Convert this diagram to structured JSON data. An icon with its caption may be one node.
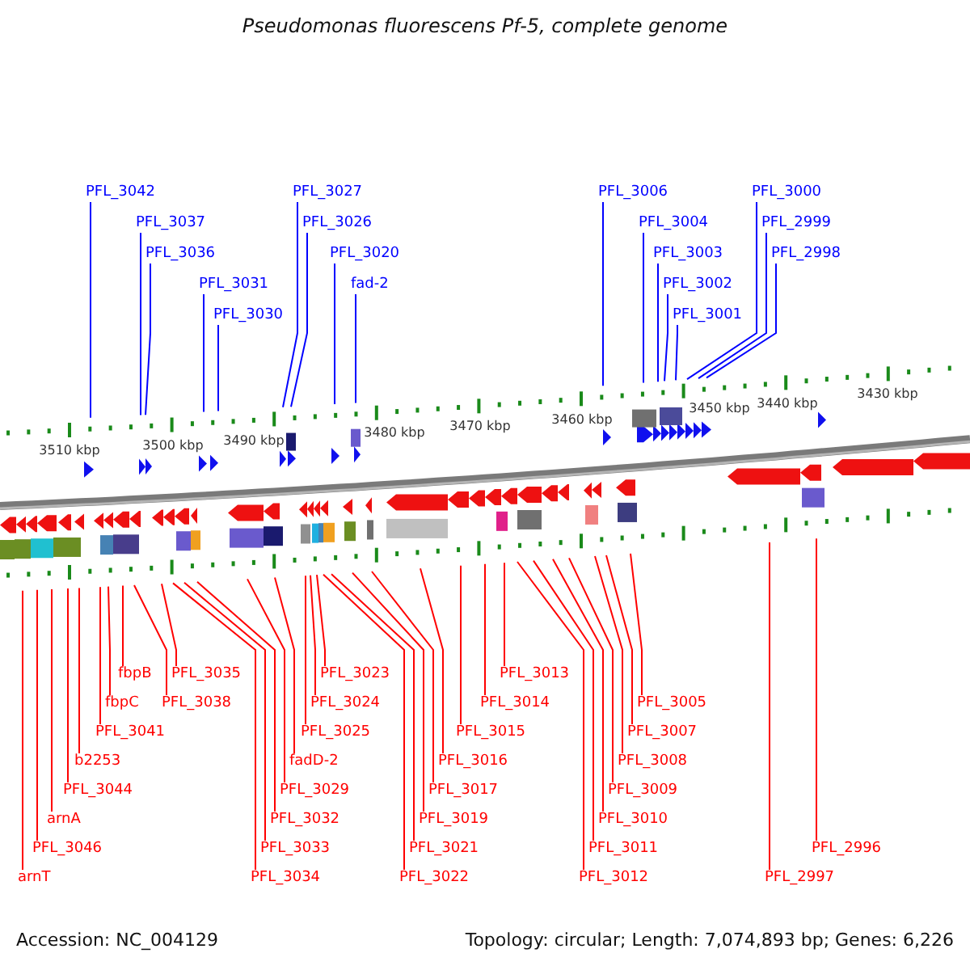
{
  "diagram": {
    "title": "Pseudomonas fluorescens Pf-5, complete genome",
    "nodes": [
      {
        "text": [
          "PFL_3042"
        ]
      },
      {
        "text": [
          "PFL_3037"
        ]
      },
      {
        "text": [
          "PFL_3036"
        ]
      },
      {
        "text": [
          "PFL_3031"
        ]
      },
      {
        "text": [
          "PFL_3030"
        ]
      },
      {
        "text": [
          "PFL_3027"
        ]
      },
      {
        "text": [
          "PFL_3026"
        ]
      },
      {
        "text": [
          "PFL_3020"
        ]
      },
      {
        "text": [
          "fad-2"
        ]
      },
      {
        "text": [
          "PFL_3006"
        ]
      },
      {
        "text": [
          "PFL_3004"
        ]
      },
      {
        "text": [
          "PFL_3003"
        ]
      },
      {
        "text": [
          "PFL_3002"
        ]
      },
      {
        "text": [
          "PFL_3001"
        ]
      },
      {
        "text": [
          "PFL_3000"
        ]
      },
      {
        "text": [
          "PFL_2999"
        ]
      },
      {
        "text": [
          "PFL_2998"
        ]
      },
      {
        "text": [
          "arnT"
        ]
      },
      {
        "text": [
          "PFL_3046"
        ]
      },
      {
        "text": [
          "arnA"
        ]
      },
      {
        "text": [
          "PFL_3044"
        ]
      },
      {
        "text": [
          "b2253"
        ]
      },
      {
        "text": [
          "PFL_3041"
        ]
      },
      {
        "text": [
          "fbpC"
        ]
      },
      {
        "text": [
          "fbpB"
        ]
      },
      {
        "text": [
          "PFL_3038"
        ]
      },
      {
        "text": [
          "PFL_3035"
        ]
      },
      {
        "text": [
          "PFL_3034"
        ]
      },
      {
        "text": [
          "PFL_3033"
        ]
      },
      {
        "text": [
          "PFL_3032"
        ]
      },
      {
        "text": [
          "PFL_3029"
        ]
      },
      {
        "text": [
          "fadD-2"
        ]
      },
      {
        "text": [
          "PFL_3025"
        ]
      },
      {
        "text": [
          "PFL_3024"
        ]
      },
      {
        "text": [
          "PFL_3023"
        ]
      },
      {
        "text": [
          "PFL_3022"
        ]
      },
      {
        "text": [
          "PFL_3021"
        ]
      },
      {
        "text": [
          "PFL_3019"
        ]
      },
      {
        "text": [
          "PFL_3017"
        ]
      },
      {
        "text": [
          "PFL_3016"
        ]
      },
      {
        "text": [
          "PFL_3015"
        ]
      },
      {
        "text": [
          "PFL_3014"
        ]
      },
      {
        "text": [
          "PFL_3013"
        ]
      },
      {
        "text": [
          "PFL_3012"
        ]
      },
      {
        "text": [
          "PFL_3011"
        ]
      },
      {
        "text": [
          "PFL_3010"
        ]
      },
      {
        "text": [
          "PFL_3009"
        ]
      },
      {
        "text": [
          "PFL_3008"
        ]
      },
      {
        "text": [
          "PFL_3007"
        ]
      },
      {
        "text": [
          "PFL_3005"
        ]
      },
      {
        "text": [
          "PFL_2997"
        ]
      },
      {
        "text": [
          "PFL_2996"
        ]
      }
    ],
    "edges": [
      {
        "from": 0,
        "to": null,
        "arrow": "none",
        "color": "#0000ff"
      },
      {
        "from": 1,
        "to": null,
        "arrow": "none",
        "color": "#0000ff"
      },
      {
        "from": 2,
        "to": null,
        "arrow": "none",
        "color": "#0000ff"
      },
      {
        "from": 3,
        "to": null,
        "arrow": "none",
        "color": "#0000ff"
      },
      {
        "from": 4,
        "to": null,
        "arrow": "none",
        "color": "#0000ff"
      },
      {
        "from": 5,
        "to": null,
        "arrow": "none",
        "color": "#0000ff"
      },
      {
        "from": 6,
        "to": null,
        "arrow": "none",
        "color": "#0000ff"
      },
      {
        "from": 7,
        "to": null,
        "arrow": "none",
        "color": "#0000ff"
      },
      {
        "from": 8,
        "to": null,
        "arrow": "none",
        "color": "#0000ff"
      },
      {
        "from": 9,
        "to": null,
        "arrow": "none",
        "color": "#0000ff"
      },
      {
        "from": 10,
        "to": null,
        "arrow": "none",
        "color": "#0000ff"
      },
      {
        "from": 11,
        "to": null,
        "arrow": "none",
        "color": "#0000ff"
      },
      {
        "from": 12,
        "to": null,
        "arrow": "none",
        "color": "#0000ff"
      },
      {
        "from": 13,
        "to": null,
        "arrow": "none",
        "color": "#0000ff"
      },
      {
        "from": 14,
        "to": null,
        "arrow": "none",
        "color": "#0000ff"
      },
      {
        "from": 15,
        "to": null,
        "arrow": "none",
        "color": "#0000ff"
      },
      {
        "from": 16,
        "to": null,
        "arrow": "none",
        "color": "#0000ff"
      },
      {
        "from": 17,
        "to": null,
        "arrow": "none"
      },
      {
        "from": 18,
        "to": null,
        "arrow": "none"
      },
      {
        "from": 19,
        "to": null,
        "arrow": "none"
      },
      {
        "from": 20,
        "to": null,
        "arrow": "none"
      },
      {
        "from": 21,
        "to": null,
        "arrow": "none"
      },
      {
        "from": 22,
        "to": null,
        "arrow": "none"
      },
      {
        "from": 23,
        "to": null,
        "arrow": "none"
      },
      {
        "from": 24,
        "to": null,
        "arrow": "none"
      },
      {
        "from": 25,
        "to": null,
        "arrow": "none"
      },
      {
        "from": 26,
        "to": null,
        "arrow": "none"
      },
      {
        "from": 27,
        "to": null,
        "arrow": "none"
      },
      {
        "from": 28,
        "to": null,
        "arrow": "none"
      },
      {
        "from": 29,
        "to": null,
        "arrow": "none"
      },
      {
        "from": 30,
        "to": null,
        "arrow": "none"
      },
      {
        "from": 31,
        "to": null,
        "arrow": "none"
      },
      {
        "from": 32,
        "to": null,
        "arrow": "none"
      },
      {
        "from": 33,
        "to": null,
        "arrow": "none"
      },
      {
        "from": 34,
        "to": null,
        "arrow": "none"
      },
      {
        "from": 35,
        "to": null,
        "arrow": "none"
      },
      {
        "from": 36,
        "to": null,
        "arrow": "none"
      },
      {
        "from": 37,
        "to": null,
        "arrow": "none"
      },
      {
        "from": 38,
        "to": null,
        "arrow": "none"
      },
      {
        "from": 39,
        "to": null,
        "arrow": "none"
      },
      {
        "from": 40,
        "to": null,
        "arrow": "none"
      },
      {
        "from": 41,
        "to": null,
        "arrow": "none"
      },
      {
        "from": 42,
        "to": null,
        "arrow": "none"
      },
      {
        "from": 43,
        "to": null,
        "arrow": "none"
      },
      {
        "from": 44,
        "to": null,
        "arrow": "none"
      },
      {
        "from": 45,
        "to": null,
        "arrow": "none"
      },
      {
        "from": 46,
        "to": null,
        "arrow": "none"
      },
      {
        "from": 47,
        "to": null,
        "arrow": "none"
      },
      {
        "from": 48,
        "to": null,
        "arrow": "none"
      },
      {
        "from": 49,
        "to": null,
        "arrow": "none"
      },
      {
        "from": 50,
        "to": null,
        "arrow": "none"
      },
      {
        "from": 51,
        "to": null,
        "arrow": "none"
      }
    ],
    "labels": [
      "3510 kbp",
      "3500 kbp",
      "3490 kbp",
      "3480 kbp",
      "3470 kbp",
      "3460 kbp",
      "3450 kbp",
      "3440 kbp",
      "3430 kbp",
      "Accession: NC_004129",
      "Topology: circular; Length: 7,074,893 bp; Genes: 6,226"
    ]
  }
}
